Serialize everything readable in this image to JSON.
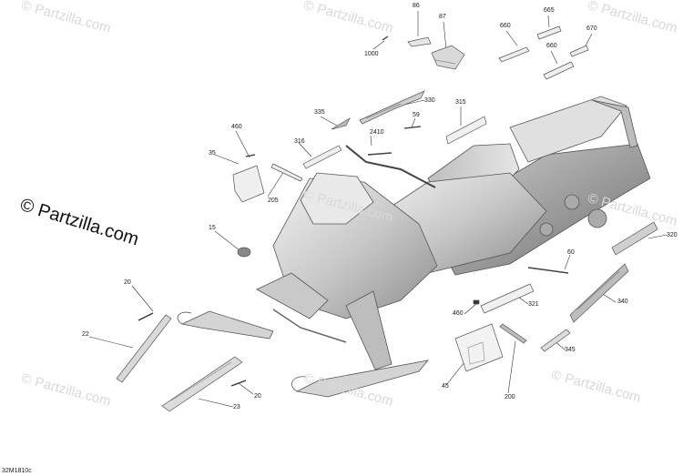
{
  "diagram": {
    "callouts": [
      {
        "key": "c86",
        "label": "86"
      },
      {
        "key": "c87",
        "label": "87"
      },
      {
        "key": "c660a",
        "label": "660"
      },
      {
        "key": "c665",
        "label": "665"
      },
      {
        "key": "c670",
        "label": "670"
      },
      {
        "key": "c660b",
        "label": "660"
      },
      {
        "key": "c1000",
        "label": "1000"
      },
      {
        "key": "c330",
        "label": "330"
      },
      {
        "key": "c315",
        "label": "315"
      },
      {
        "key": "c335",
        "label": "335"
      },
      {
        "key": "c59",
        "label": "59"
      },
      {
        "key": "c460a",
        "label": "460"
      },
      {
        "key": "c2410",
        "label": "2410"
      },
      {
        "key": "c316",
        "label": "316"
      },
      {
        "key": "c35",
        "label": "35"
      },
      {
        "key": "c205",
        "label": "205"
      },
      {
        "key": "c15",
        "label": "15"
      },
      {
        "key": "c320",
        "label": "320"
      },
      {
        "key": "c60",
        "label": "60"
      },
      {
        "key": "c20a",
        "label": "20"
      },
      {
        "key": "c340",
        "label": "340"
      },
      {
        "key": "c321",
        "label": "321"
      },
      {
        "key": "c460b",
        "label": "460"
      },
      {
        "key": "c22",
        "label": "22"
      },
      {
        "key": "c345",
        "label": "345"
      },
      {
        "key": "c45",
        "label": "45"
      },
      {
        "key": "c20b",
        "label": "20"
      },
      {
        "key": "c200",
        "label": "200"
      },
      {
        "key": "c23",
        "label": "23"
      }
    ],
    "watermark": "© Partzilla.com",
    "watermark_large": "© Partzilla.com",
    "diagram_code": "32M1810c"
  }
}
